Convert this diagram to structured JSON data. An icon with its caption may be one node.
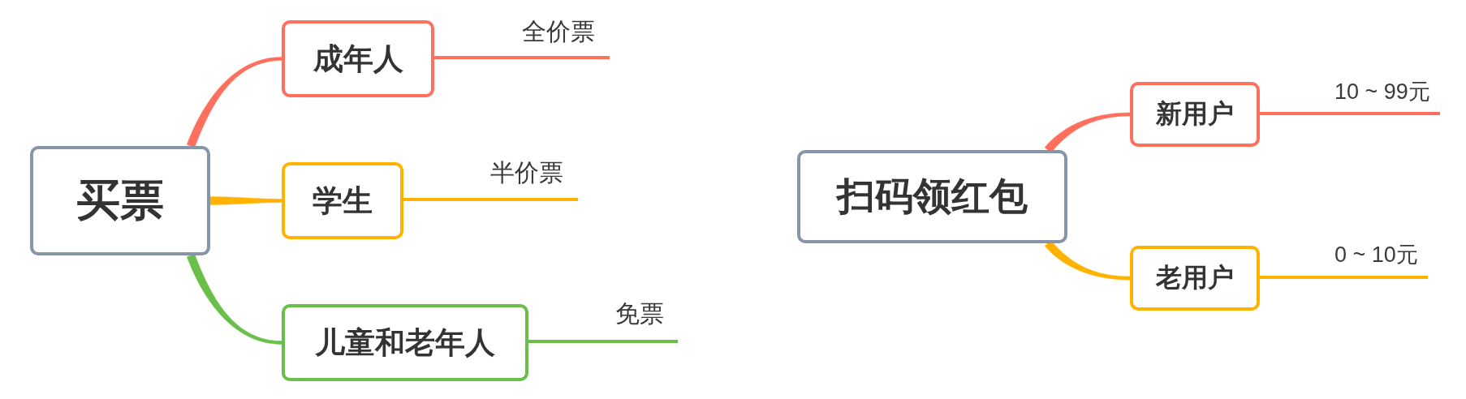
{
  "diagram": {
    "nodes": [
      {
        "text": [
          "买票"
        ]
      },
      {
        "text": [
          "成年人"
        ]
      },
      {
        "text": [
          "学生"
        ]
      },
      {
        "text": [
          "儿童和老年人"
        ]
      },
      {
        "text": [
          "全价票"
        ]
      },
      {
        "text": [
          "半价票"
        ]
      },
      {
        "text": [
          "免票"
        ]
      },
      {
        "text": [
          "扫码领红包"
        ]
      },
      {
        "text": [
          "新用户"
        ]
      },
      {
        "text": [
          "老用户"
        ]
      },
      {
        "text": [
          "10 ~ 99元"
        ]
      },
      {
        "text": [
          "0 ~ 10元"
        ]
      }
    ],
    "edges": [
      {
        "from": 0,
        "to": 1,
        "arrow": "none",
        "style": "thick",
        "color": "#fe6f5e"
      },
      {
        "from": 0,
        "to": 2,
        "arrow": "none",
        "style": "thick",
        "color": "#ffb300"
      },
      {
        "from": 0,
        "to": 3,
        "arrow": "none",
        "style": "thick",
        "color": "#6abf4b"
      },
      {
        "from": 1,
        "to": 4,
        "arrow": "none",
        "color": "#fe6f5e"
      },
      {
        "from": 2,
        "to": 5,
        "arrow": "none",
        "color": "#ffb300"
      },
      {
        "from": 3,
        "to": 6,
        "arrow": "none",
        "color": "#6abf4b"
      },
      {
        "from": 7,
        "to": 8,
        "arrow": "none",
        "style": "thick",
        "color": "#fe6f5e"
      },
      {
        "from": 7,
        "to": 9,
        "arrow": "none",
        "style": "thick",
        "color": "#ffb300"
      },
      {
        "from": 8,
        "to": 10,
        "arrow": "none",
        "color": "#fe6f5e"
      },
      {
        "from": 9,
        "to": 11,
        "arrow": "none",
        "color": "#ffb300"
      }
    ]
  }
}
